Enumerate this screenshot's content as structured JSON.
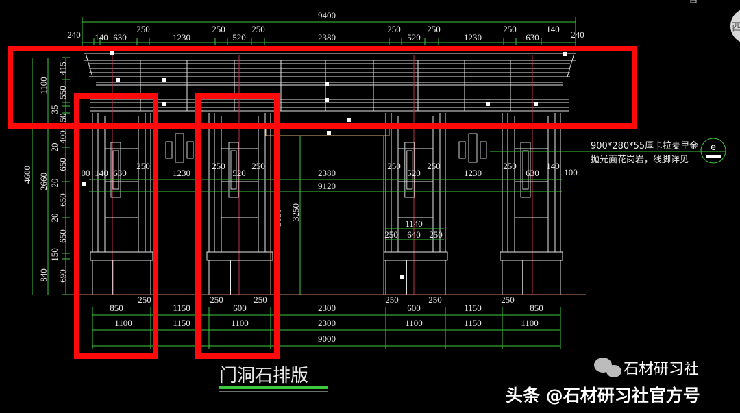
{
  "drawing": {
    "title": "门洞石排版",
    "note_lines": [
      "900*280*55厚卡拉麦里金",
      "抛光面花岗岩，线脚详见"
    ],
    "detail_marker": "e",
    "corner_glyph": "西",
    "top_dims": {
      "total": "9400",
      "left_end": "240",
      "right_end": "240",
      "row": [
        "140",
        "630",
        "250",
        "1230",
        "250",
        "520",
        "250",
        "2380",
        "250",
        "520",
        "250",
        "1230",
        "250",
        "630",
        "140"
      ]
    },
    "left_dims": {
      "outer": [
        "4600"
      ],
      "middle": [
        "1100",
        "2660",
        "840"
      ],
      "inner": [
        "415",
        "550",
        "35",
        "50",
        "400",
        "20",
        "650",
        "20",
        "650",
        "20",
        "650",
        "150",
        "690"
      ]
    },
    "mid_dims": {
      "row": [
        "00",
        "140",
        "630",
        "250",
        "1230",
        "250",
        "520",
        "250",
        "2380",
        "250",
        "520",
        "250",
        "1230",
        "250",
        "630",
        "140",
        "100"
      ],
      "span": "9120",
      "vertical": [
        "3050",
        "3250"
      ],
      "pier": [
        "1140",
        "250",
        "640",
        "250"
      ]
    },
    "bottom_dims": {
      "row1": [
        "850",
        "250",
        "1150",
        "250",
        "600",
        "250",
        "2300",
        "250",
        "600",
        "250",
        "1150",
        "250",
        "850"
      ],
      "row2": [
        "1100",
        "1150",
        "1100",
        "2300",
        "1100",
        "1150",
        "1100"
      ],
      "total": "9000"
    },
    "highlight_color": "#ff0a0a",
    "dimension_color": "#3ec83e",
    "line_color": "#e6e6e6",
    "axis_color": "#c0304a"
  },
  "watermark": {
    "text": "头条 @石材研习社官方号",
    "wechat_name": "石材研习社",
    "wechat_icon": "wechat-icon"
  }
}
